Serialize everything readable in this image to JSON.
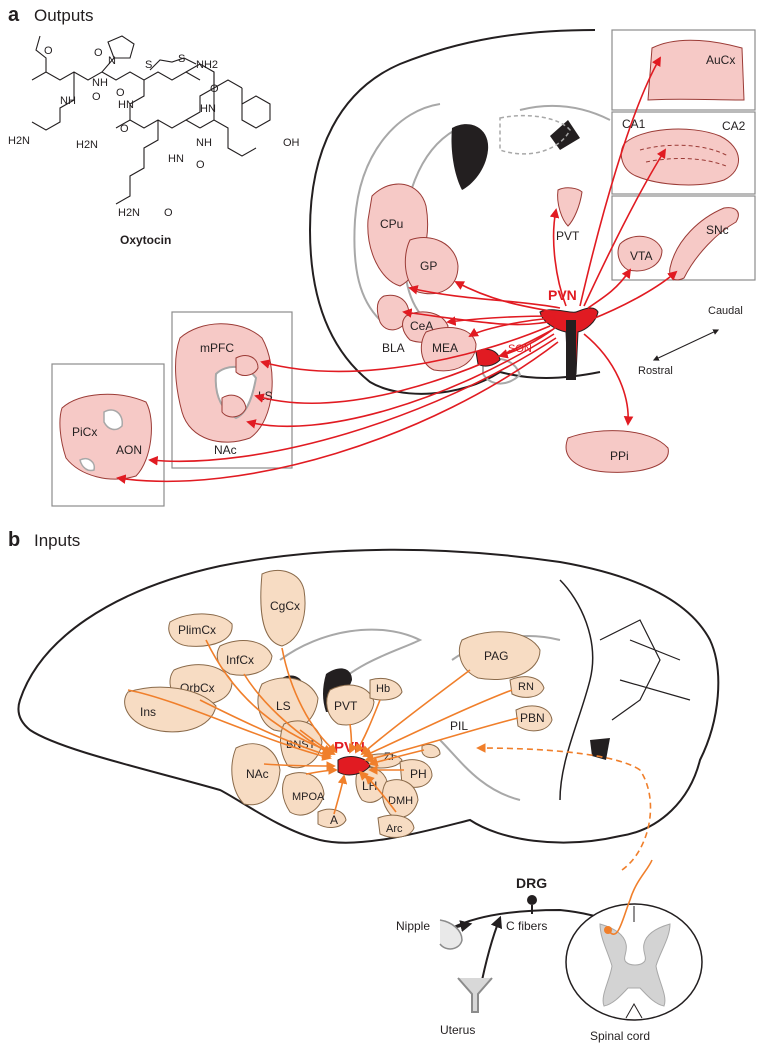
{
  "panel_a": {
    "letter": "a",
    "title": "Outputs",
    "molecule_name": "Oxytocin",
    "molecule_atoms": [
      "NH",
      "N",
      "O",
      "O",
      "S",
      "S",
      "NH2",
      "HN",
      "HN",
      "O",
      "O",
      "H2N",
      "NH",
      "O",
      "O",
      "HN",
      "NH",
      "H2N",
      "O",
      "OH",
      "H2N",
      "O"
    ],
    "source": "PVN",
    "son": "SON",
    "regions": [
      "CPu",
      "GP",
      "CeA",
      "BLA",
      "MEA",
      "PVT",
      "mPFC",
      "LS",
      "NAc",
      "PiCx",
      "AON",
      "PPi",
      "AuCx",
      "CA1",
      "CA2",
      "VTA",
      "SNc"
    ],
    "orientation": {
      "caudal": "Caudal",
      "rostral": "Rostral"
    }
  },
  "panel_b": {
    "letter": "b",
    "title": "Inputs",
    "target": "PVN",
    "regions": [
      "CgCx",
      "PlimCx",
      "InfCx",
      "OrbCx",
      "Ins",
      "LS",
      "PVT",
      "Hb",
      "PAG",
      "RN",
      "PBN",
      "PIL",
      "NAc",
      "BNST",
      "MPOA",
      "A",
      "LH",
      "ZI",
      "PH",
      "DMH",
      "Arc"
    ],
    "periphery": {
      "drg": "DRG",
      "nipple": "Nipple",
      "uterus": "Uterus",
      "c_fibers": "C fibers",
      "spinal_cord": "Spinal cord"
    }
  },
  "colors": {
    "pink_fill": "#f6c9c6",
    "tan_fill": "#f7dcc3",
    "red": "#e11b22",
    "orange": "#f07f2b",
    "gray": "#a8a8a8"
  }
}
